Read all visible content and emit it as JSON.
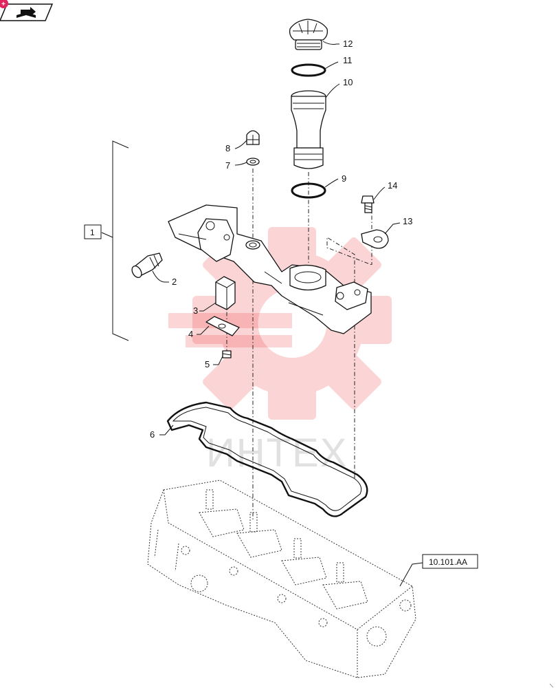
{
  "watermark": {
    "text": "ИНТЕХ",
    "color": "#ee1c24"
  },
  "nav_icon": {
    "name": "book-arrow-icon",
    "badge": "+"
  },
  "group_label": "1",
  "reference_label": "10.101.AA",
  "callouts": {
    "c2": "2",
    "c3": "3",
    "c4": "4",
    "c5": "5",
    "c6": "6",
    "c7": "7",
    "c8": "8",
    "c9": "9",
    "c10": "10",
    "c11": "11",
    "c12": "12",
    "c13": "13",
    "c14": "14"
  }
}
